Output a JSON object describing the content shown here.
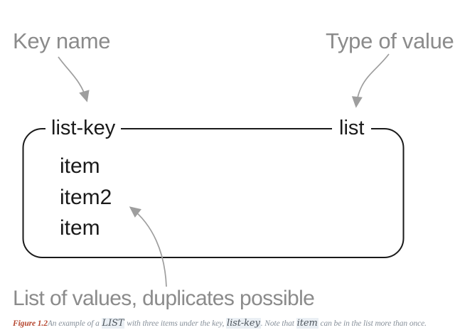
{
  "diagram": {
    "annotations": {
      "key_name": "Key name",
      "type_of_value": "Type of value",
      "list_of_values": "List of values, duplicates possible"
    },
    "box": {
      "key": "list-key",
      "type": "list",
      "items": [
        "item",
        "item2",
        "item"
      ]
    }
  },
  "caption": {
    "figure_label": "Figure 1.2",
    "part1": "An example of a ",
    "code1": "LIST",
    "part2": " with three items under the key, ",
    "code2": "list-key",
    "part3": ". Note that ",
    "code3": "item",
    "part4": " can be in the list more than once."
  },
  "colors": {
    "background": "#ffffff",
    "label_gray": "#8b8b8b",
    "line_black": "#1a1a1a",
    "arrow_gray": "#9e9e9e",
    "figure_label_red": "#b5452e",
    "caption_gray": "#87909a",
    "caption_code": "#4d555c",
    "code_highlight": "#eaeff4"
  }
}
